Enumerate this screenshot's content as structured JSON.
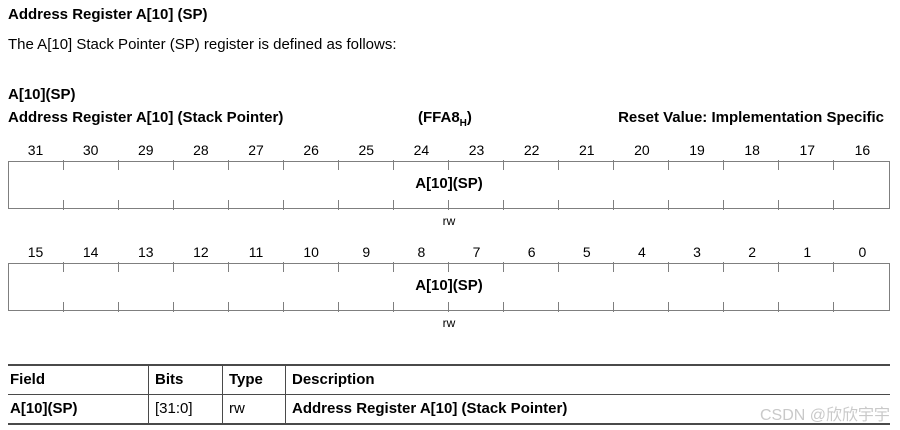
{
  "page": {
    "heading": "Address Register A[10] (SP)",
    "intro": "The A[10] Stack Pointer (SP) register is defined as follows:"
  },
  "register": {
    "short_name": "A[10](SP)",
    "long_name": "Address Register A[10] (Stack Pointer)",
    "address_prefix": "(FFA8",
    "address_sub": "H",
    "address_suffix": ")",
    "reset_value": "Reset Value: Implementation Specific",
    "rows": [
      {
        "bits": [
          "31",
          "30",
          "29",
          "28",
          "27",
          "26",
          "25",
          "24",
          "23",
          "22",
          "21",
          "20",
          "19",
          "18",
          "17",
          "16"
        ],
        "field_label": "A[10](SP)",
        "access": "rw"
      },
      {
        "bits": [
          "15",
          "14",
          "13",
          "12",
          "11",
          "10",
          "9",
          "8",
          "7",
          "6",
          "5",
          "4",
          "3",
          "2",
          "1",
          "0"
        ],
        "field_label": "A[10](SP)",
        "access": "rw"
      }
    ]
  },
  "table": {
    "headers": [
      "Field",
      "Bits",
      "Type",
      "Description"
    ],
    "rows": [
      {
        "field": "A[10](SP)",
        "bits": "[31:0]",
        "type": "rw",
        "description": "Address Register A[10] (Stack Pointer)"
      }
    ]
  },
  "watermark": "CSDN @欣欣宇宇",
  "colors": {
    "text": "#000000",
    "box_border": "#7f7f7f",
    "table_line": "#4a4a4a",
    "watermark": "#c9c9c9",
    "background": "#ffffff"
  }
}
